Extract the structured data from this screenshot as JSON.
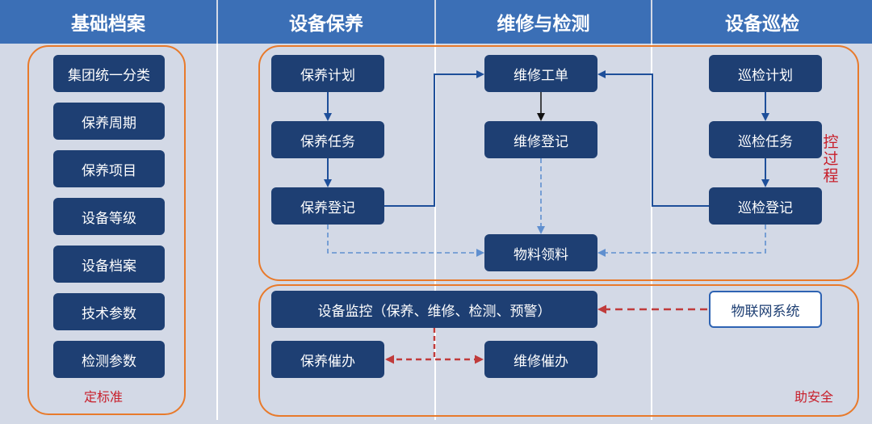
{
  "headers": [
    "基础档案",
    "设备保养",
    "维修与检测",
    "设备巡检"
  ],
  "basic_items": [
    "集团统一分类",
    "保养周期",
    "保养项目",
    "设备等级",
    "设备档案",
    "技术参数",
    "检测参数"
  ],
  "labels": {
    "standard": "定标准",
    "process": "控过程",
    "safety": "助安全"
  },
  "maintenance": {
    "plan": "保养计划",
    "task": "保养任务",
    "record": "保养登记"
  },
  "repair": {
    "order": "维修工单",
    "record": "维修登记",
    "materials": "物料领料"
  },
  "inspection": {
    "plan": "巡检计划",
    "task": "巡检任务",
    "record": "巡检登记"
  },
  "monitoring": {
    "monitor": "设备监控（保养、维修、检测、预警）",
    "iot": "物联网系统",
    "maint_urge": "保养催办",
    "repair_urge": "维修催办"
  }
}
